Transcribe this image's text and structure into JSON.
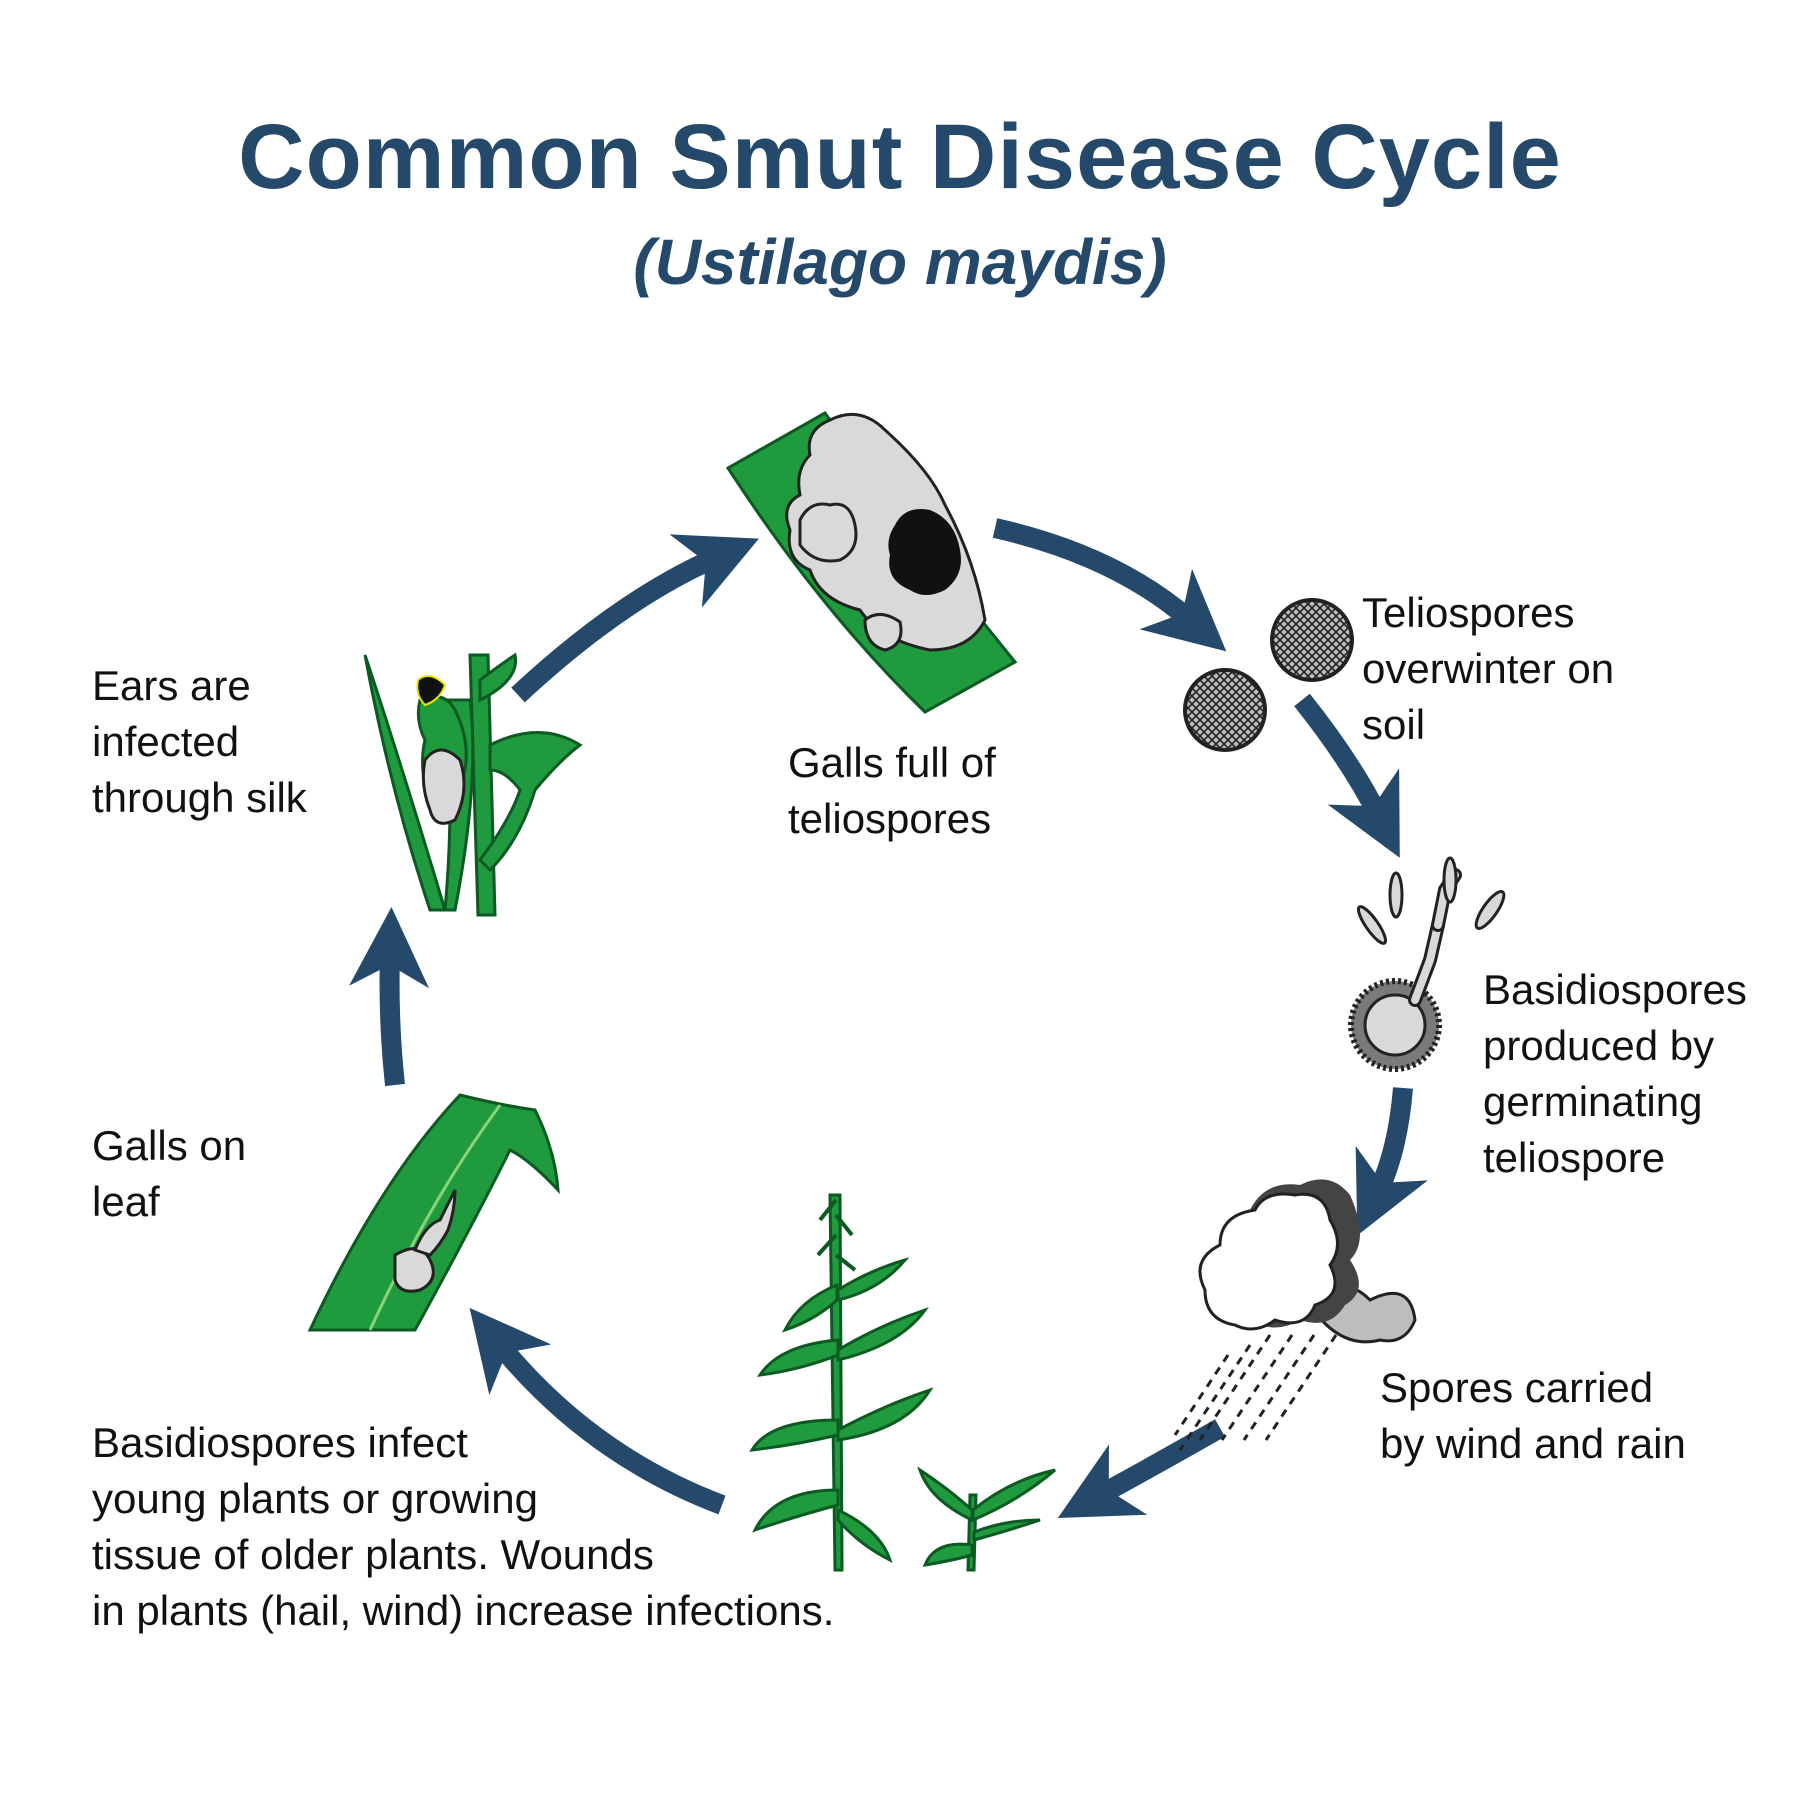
{
  "diagram": {
    "title": "Common Smut Disease Cycle",
    "subtitle": "(Ustilago maydis)",
    "stages": [
      {
        "id": "galls-full",
        "lines": [
          "Galls full of",
          "teliospores"
        ]
      },
      {
        "id": "teliospores-overwinter",
        "lines": [
          "Teliospores",
          "overwinter on",
          "soil"
        ]
      },
      {
        "id": "basidiospores-produced",
        "lines": [
          "Basidiospores",
          "produced by",
          "germinating",
          "teliospore"
        ]
      },
      {
        "id": "spores-carried",
        "lines": [
          "Spores carried",
          "by wind and rain"
        ]
      },
      {
        "id": "basidiospores-infect",
        "lines": [
          "Basidiospores infect",
          "young plants or growing",
          "tissue of older plants. Wounds",
          "in plants (hail, wind) increase infections."
        ]
      },
      {
        "id": "galls-on-leaf",
        "lines": [
          "Galls on",
          "leaf"
        ]
      },
      {
        "id": "ears-infected",
        "lines": [
          "Ears are",
          "infected",
          "through silk"
        ]
      }
    ],
    "colors": {
      "title": "#25496a",
      "arrow": "#25496a",
      "leaf": "#1f9a3e",
      "leaf_dark": "#0b5a22",
      "gall": "#d9d9d9",
      "spore": "#222222"
    }
  }
}
